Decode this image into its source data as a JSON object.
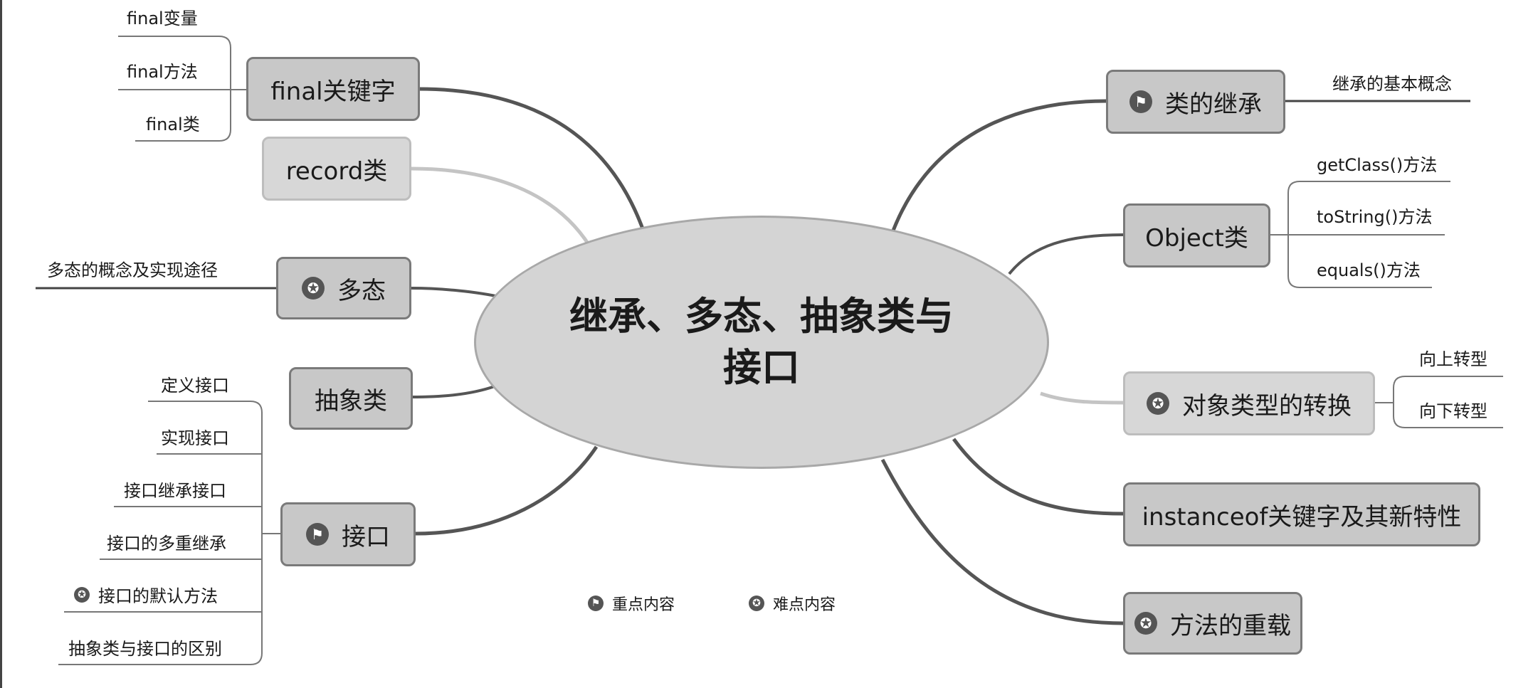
{
  "center": {
    "line1": "继承、多态、抽象类与",
    "line2": "接口"
  },
  "left": {
    "final": {
      "label": "final关键字",
      "children": [
        "final变量",
        "final方法",
        "final类"
      ]
    },
    "record": {
      "label": "record类"
    },
    "poly": {
      "label": "多态",
      "icon": "star-icon",
      "children": [
        "多态的概念及实现途径"
      ]
    },
    "abstract": {
      "label": "抽象类"
    },
    "interface": {
      "label": "接口",
      "icon": "flag-icon",
      "children": [
        "定义接口",
        "实现接口",
        "接口继承接口",
        "接口的多重继承",
        "接口的默认方法",
        "抽象类与接口的区别"
      ],
      "starred_child": "接口的默认方法"
    }
  },
  "right": {
    "inherit": {
      "label": "类的继承",
      "icon": "flag-icon",
      "children": [
        "继承的基本概念"
      ]
    },
    "object": {
      "label": "Object类",
      "children": [
        "getClass()方法",
        "toString()方法",
        "equals()方法"
      ]
    },
    "cast": {
      "label": "对象类型的转换",
      "icon": "star-icon",
      "children": [
        "向上转型",
        "向下转型"
      ]
    },
    "instanceof": {
      "label": "instanceof关键字及其新特性"
    },
    "overload": {
      "label": "方法的重载",
      "icon": "star-icon"
    }
  },
  "legend": {
    "key_points": "重点内容",
    "difficult_points": "难点内容"
  },
  "colors": {
    "node_fill": "#c8c8c8",
    "node_border": "#7a7a7a",
    "center_fill": "#d4d4d4",
    "line_dark": "#555555",
    "line_light": "#c4c4c4"
  }
}
